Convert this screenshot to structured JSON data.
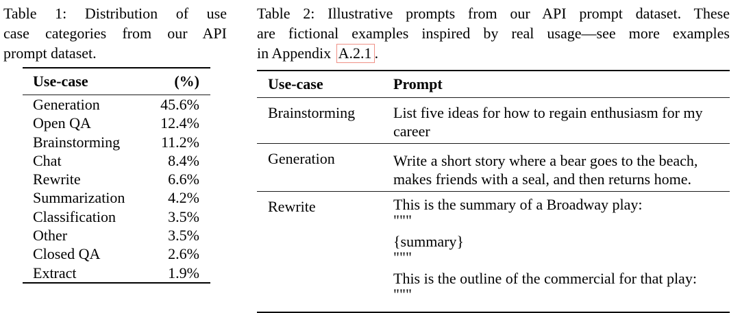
{
  "page": {
    "background": "#ffffff",
    "text_color": "#000000",
    "link_box_color": "#ef9086"
  },
  "table1": {
    "caption_lines": [
      "Table 1: Distribution of use",
      "case categories from our API",
      "prompt dataset."
    ],
    "header": {
      "use_case": "Use-case",
      "percent": "(%)"
    },
    "rows": [
      {
        "label": "Generation",
        "value": "45.6%"
      },
      {
        "label": "Open QA",
        "value": "12.4%"
      },
      {
        "label": "Brainstorming",
        "value": "11.2%"
      },
      {
        "label": "Chat",
        "value": "8.4%"
      },
      {
        "label": "Rewrite",
        "value": "6.6%"
      },
      {
        "label": "Summarization",
        "value": "4.2%"
      },
      {
        "label": "Classification",
        "value": "3.5%"
      },
      {
        "label": "Other",
        "value": "3.5%"
      },
      {
        "label": "Closed QA",
        "value": "2.6%"
      },
      {
        "label": "Extract",
        "value": "1.9%"
      }
    ]
  },
  "table2": {
    "caption_lines": [
      "Table 2: Illustrative prompts from our API prompt dataset. These",
      "are fictional examples inspired by real usage—see more examples"
    ],
    "caption_line3": {
      "before": "in Appendix ",
      "link": "A.2.1",
      "after": "."
    },
    "header": {
      "use_case": "Use-case",
      "prompt": "Prompt"
    },
    "rows": [
      {
        "use_case": "Brainstorming",
        "prompt_blocks": [
          "List five ideas for how to regain enthusiasm for my\ncareer"
        ]
      },
      {
        "use_case": "Generation",
        "prompt_blocks": [
          "Write a short story where a bear goes to the beach,\nmakes friends with a seal, and then returns home."
        ]
      },
      {
        "use_case": "Rewrite",
        "prompt_blocks": [
          "This is the summary of a Broadway play:\n\"\"\"",
          "{summary}\n\"\"\"",
          "This is the outline of the commercial for that play:\n\"\"\""
        ]
      }
    ]
  }
}
